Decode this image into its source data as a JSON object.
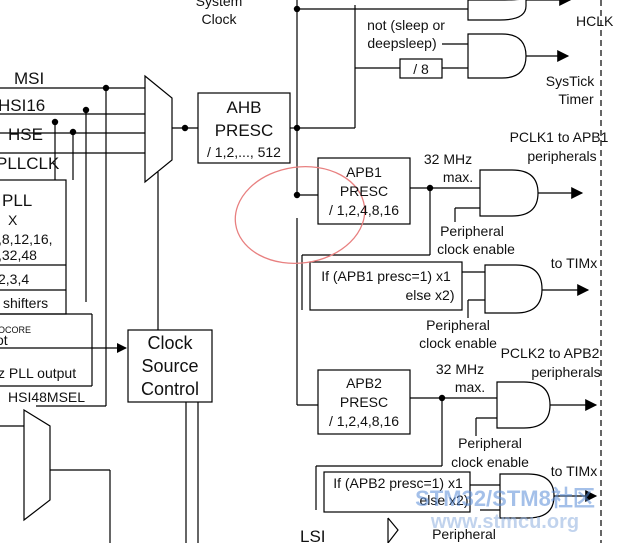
{
  "labels": {
    "system_clock_1": "System",
    "system_clock_2": "Clock",
    "hclk": "HCLK",
    "not_sleep_1": "not (sleep or",
    "not_sleep_2": "deepsleep)",
    "div8": "/ 8",
    "systick_1": "SysTick",
    "systick_2": "Timer",
    "msi": "MSI",
    "hsi16": "HSI16",
    "hse": "HSE",
    "pllclk": "PLLCLK",
    "pll_box_1": "PLL",
    "pll_box_2": "X",
    "pll_box_3": ",8,12,16,",
    "pll_box_4": ",32,48",
    "pll_box_5": "2,3,4",
    "shifters": "l shifters",
    "vcore": "OCORE",
    "ot": "ot",
    "z_pll_output": "z PLL output",
    "hsi48msel": "HSI48MSEL",
    "ahb_1": "AHB",
    "ahb_2": "PRESC",
    "ahb_3": "/ 1,2,..., 512",
    "apb1_1": "APB1",
    "apb1_2": "PRESC",
    "apb1_3": "/ 1,2,4,8,16",
    "mhz32_a_1": "32 MHz",
    "mhz32_a_2": "max.",
    "pclk1_1": "PCLK1 to APB1",
    "pclk1_2": "peripherals",
    "periph_enable_a_1": "Peripheral",
    "periph_enable_a_2": "clock enable",
    "if_apb1_1": "If (APB1 presc=1) x1",
    "if_apb1_2": "else x2)",
    "to_timx_a": "to TIMx",
    "periph_enable_b_1": "Peripheral",
    "periph_enable_b_2": "clock enable",
    "clock_source_1": "Clock",
    "clock_source_2": "Source",
    "clock_source_3": "Control",
    "apb2_1": "APB2",
    "apb2_2": "PRESC",
    "apb2_3": "/ 1,2,4,8,16",
    "mhz32_b_1": "32 MHz",
    "mhz32_b_2": "max.",
    "pclk2_1": "PCLK2 to APB2",
    "pclk2_2": "peripherals",
    "periph_enable_c_1": "Peripheral",
    "periph_enable_c_2": "clock enable",
    "if_apb2_1": "If (APB2 presc=1) x1",
    "if_apb2_2": "else x2)",
    "to_timx_b": "to TIMx",
    "lsi": "LSI",
    "periph_enable_d_1": "Peripheral"
  },
  "watermark": {
    "line1": "STM32/STM8社区",
    "line2": "www.stmcu.org"
  },
  "colors": {
    "line": "#000000",
    "highlight_circle": "#e88080",
    "watermark": "#5b8ed8"
  }
}
